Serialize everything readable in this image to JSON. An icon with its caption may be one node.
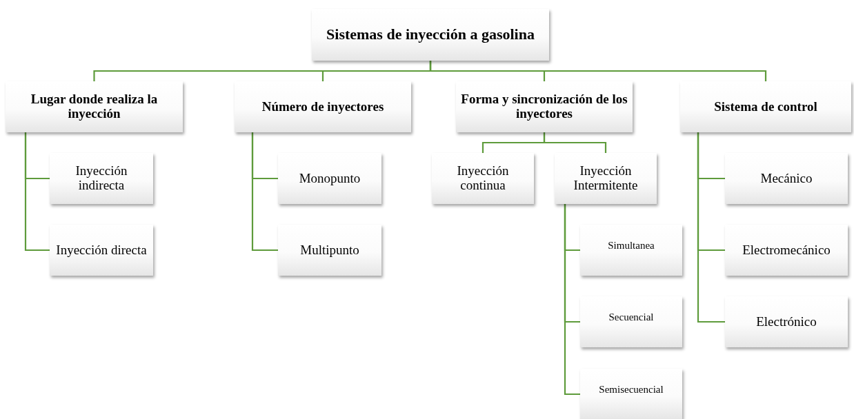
{
  "diagram": {
    "nodes": [
      {
        "text": [
          "Sistemas de inyección a gasolina"
        ]
      },
      {
        "text": [
          "Lugar donde realiza la inyección"
        ]
      },
      {
        "text": [
          "Inyección indirecta"
        ]
      },
      {
        "text": [
          "Inyección directa"
        ]
      },
      {
        "text": [
          "Número de inyectores"
        ]
      },
      {
        "text": [
          "Monopunto"
        ]
      },
      {
        "text": [
          "Multipunto"
        ]
      },
      {
        "text": [
          "Forma y sincronización de los inyectores"
        ]
      },
      {
        "text": [
          "Inyección continua"
        ]
      },
      {
        "text": [
          "Inyección Intermitente"
        ]
      },
      {
        "text": [
          "Simultanea"
        ]
      },
      {
        "text": [
          "Secuencial"
        ]
      },
      {
        "text": [
          "Semisecuencial"
        ]
      },
      {
        "text": [
          "Sistema de control"
        ]
      },
      {
        "text": [
          "Mecánico"
        ]
      },
      {
        "text": [
          "Electromecánico"
        ]
      },
      {
        "text": [
          "Electrónico"
        ]
      }
    ],
    "edges": [
      {
        "from": 0,
        "to": 1,
        "arrow": "none"
      },
      {
        "from": 0,
        "to": 4,
        "arrow": "none"
      },
      {
        "from": 0,
        "to": 7,
        "arrow": "none"
      },
      {
        "from": 0,
        "to": 13,
        "arrow": "none"
      },
      {
        "from": 1,
        "to": 2,
        "arrow": "none"
      },
      {
        "from": 1,
        "to": 3,
        "arrow": "none"
      },
      {
        "from": 4,
        "to": 5,
        "arrow": "none"
      },
      {
        "from": 4,
        "to": 6,
        "arrow": "none"
      },
      {
        "from": 7,
        "to": 8,
        "arrow": "none"
      },
      {
        "from": 7,
        "to": 9,
        "arrow": "none"
      },
      {
        "from": 9,
        "to": 10,
        "arrow": "none"
      },
      {
        "from": 9,
        "to": 11,
        "arrow": "none"
      },
      {
        "from": 9,
        "to": 12,
        "arrow": "none"
      },
      {
        "from": 13,
        "to": 14,
        "arrow": "none"
      },
      {
        "from": 13,
        "to": 15,
        "arrow": "none"
      },
      {
        "from": 13,
        "to": 16,
        "arrow": "none"
      }
    ]
  }
}
